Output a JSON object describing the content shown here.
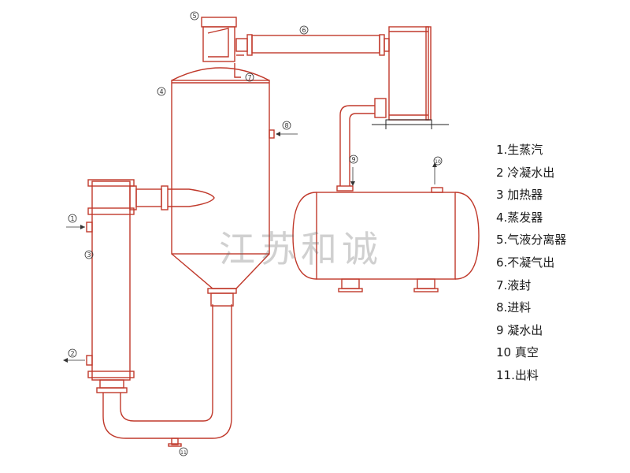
{
  "watermark": "江苏和诚",
  "markers": [
    "1",
    "2",
    "3",
    "4",
    "5",
    "6",
    "7",
    "8",
    "9",
    "10",
    "11"
  ],
  "legend": [
    "1.生蒸汽",
    "2 冷凝水出",
    "3 加热器",
    "4.蒸发器",
    "5.气液分离器",
    "6.不凝气出",
    "7.液封",
    "8.进料",
    "9 凝水出",
    "10 真空",
    "11.出料"
  ],
  "colors": {
    "equipment_line": "#c0392b",
    "support_line": "#222222",
    "watermark": "#6e6e6e"
  }
}
